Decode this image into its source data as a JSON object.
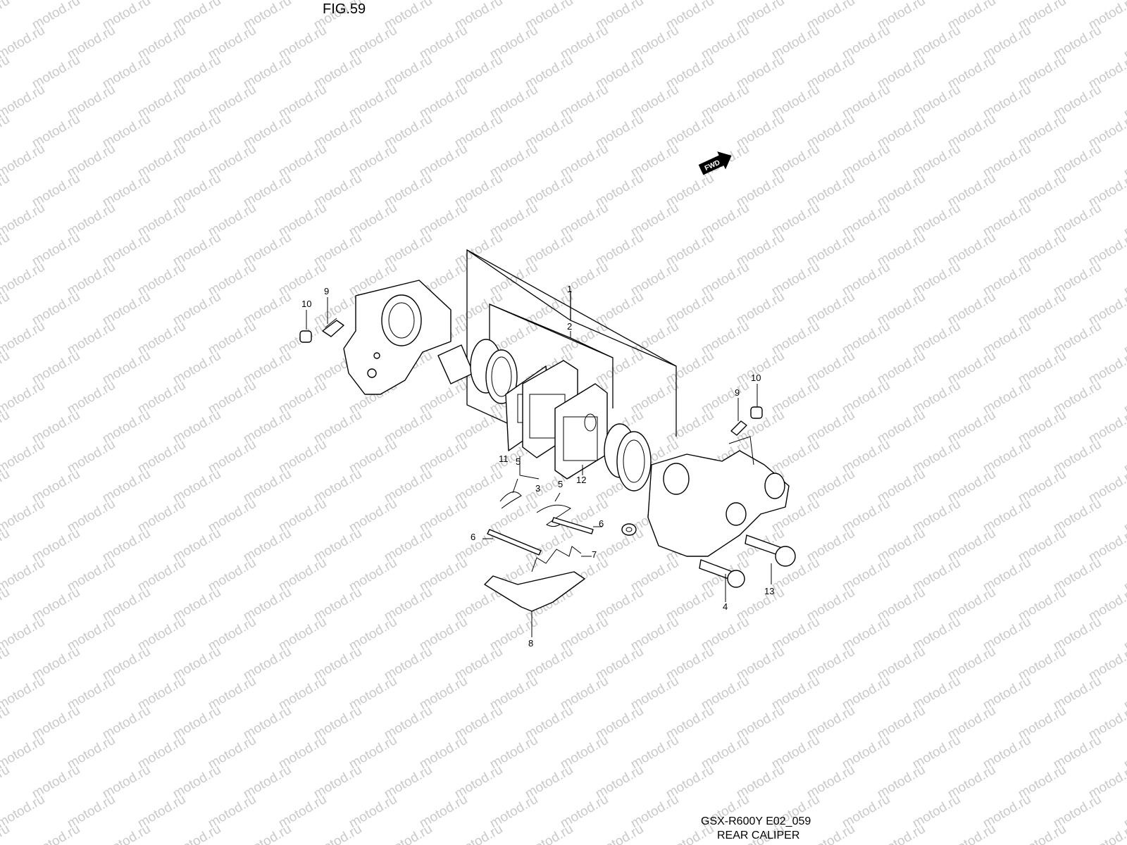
{
  "figure": {
    "title": "FIG.59"
  },
  "footer": {
    "model_code": "GSX-R600Y E02_059",
    "assembly_name": "REAR CALIPER"
  },
  "watermark": {
    "text": "motod.ru",
    "color": "#c9c9c9"
  },
  "fwd_badge": {
    "text": "FWD",
    "icon": "forward-arrow-icon"
  },
  "callouts": [
    "1",
    "2",
    "3",
    "4",
    "5",
    "6",
    "7",
    "8",
    "9",
    "10",
    "11",
    "12",
    "13"
  ]
}
